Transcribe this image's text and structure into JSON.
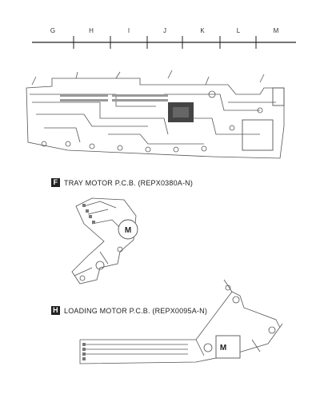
{
  "ruler": {
    "columns": [
      "G",
      "H",
      "I",
      "J",
      "K",
      "L",
      "M"
    ]
  },
  "sections": [
    {
      "badge": "F",
      "title": "TRAY MOTOR P.C.B. (REPX0380A-N)"
    },
    {
      "badge": "H",
      "title": "LOADING MOTOR P.C.B. (REPX0095A-N)"
    }
  ],
  "boards": {
    "tray_motor_symbol": "M",
    "loading_motor_symbol": "M"
  }
}
